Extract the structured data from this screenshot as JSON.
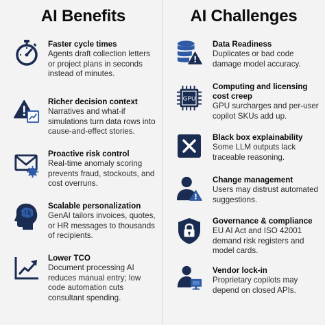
{
  "benefits": {
    "heading": "AI Benefits",
    "items": [
      {
        "title": "Faster cycle times",
        "desc": "Agents draft collection letters or project plans in seconds instead of minutes.",
        "icon": "stopwatch-icon"
      },
      {
        "title": "Richer decision context",
        "desc": "Narratives and what-if simulations turn data rows into cause-and-effect stories.",
        "icon": "warning-chart-icon"
      },
      {
        "title": "Proactive risk control",
        "desc": "Real-time anomaly scoring prevents fraud, stockouts, and cost overruns.",
        "icon": "envelope-virus-icon"
      },
      {
        "title": "Scalable personalization",
        "desc": "GenAI tailors invoices, quotes, or HR messages to thousands of recipients.",
        "icon": "head-brain-icon"
      },
      {
        "title": "Lower TCO",
        "desc": "Document processing AI reduces manual entry; low code automation cuts consultant spending.",
        "icon": "trend-up-icon"
      }
    ]
  },
  "challenges": {
    "heading": "AI Challenges",
    "items": [
      {
        "title": "Data Readiness",
        "desc": "Duplicates or bad code damage model accuracy.",
        "icon": "database-warning-icon"
      },
      {
        "title": "Computing and licensing cost creep",
        "desc": "GPU surcharges and per-user copilot SKUs add up.",
        "icon": "gpu-chip-icon",
        "chip_label": "GPU"
      },
      {
        "title": "Black box explainability",
        "desc": "Some LLM outputs lack traceable reasoning.",
        "icon": "x-box-icon"
      },
      {
        "title": "Change management",
        "desc": "Users may distrust automated suggestions.",
        "icon": "user-warning-icon"
      },
      {
        "title": "Governance & compliance",
        "desc": "EU AI Act and ISO 42001 demand risk registers and model cards.",
        "icon": "shield-lock-icon"
      },
      {
        "title": "Vendor lock-in",
        "desc": "Proprietary copilots may depend on closed APIs.",
        "icon": "user-screen-icon"
      }
    ]
  },
  "colors": {
    "navy": "#1b2c52",
    "blue": "#2e5aa6",
    "icon_dark": "#0f1a35"
  }
}
